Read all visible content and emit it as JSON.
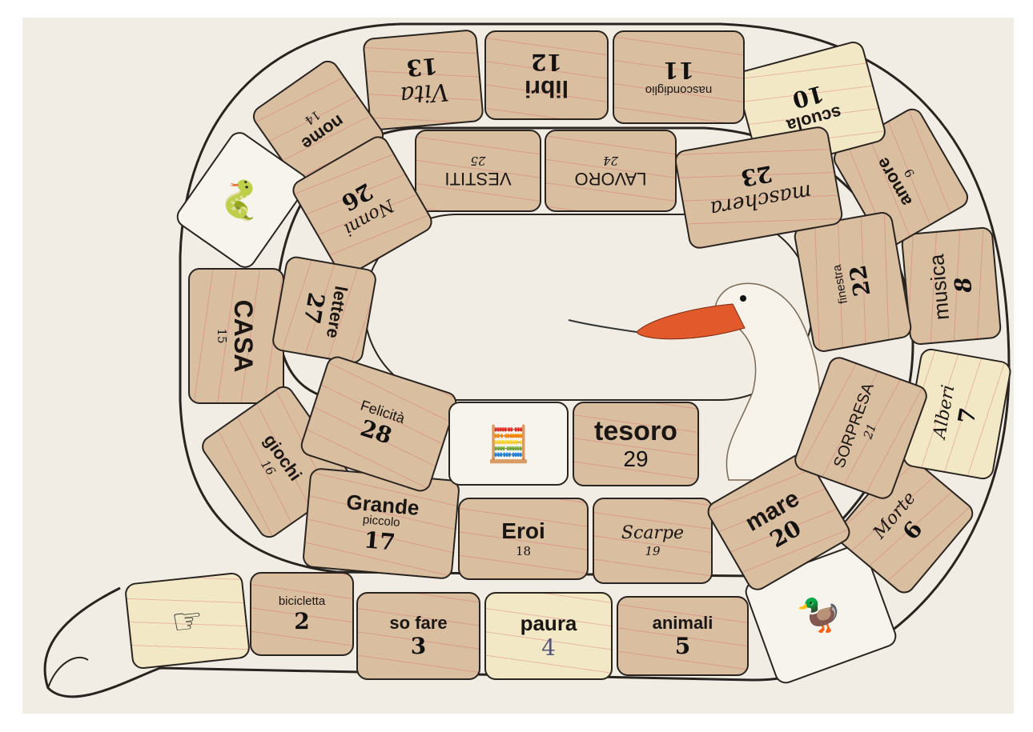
{
  "title": "Gioco dell'oca",
  "tiles": [
    {
      "n": "2",
      "label": "bicicletta"
    },
    {
      "n": "3",
      "label": "so fare"
    },
    {
      "n": "4",
      "label": "paura"
    },
    {
      "n": "5",
      "label": "animali"
    },
    {
      "n": "6",
      "label": "Morte"
    },
    {
      "n": "7",
      "label": "Alberi"
    },
    {
      "n": "8",
      "label": "musica"
    },
    {
      "n": "9",
      "label": "amore"
    },
    {
      "n": "10",
      "label": "scuola"
    },
    {
      "n": "11",
      "label": "nascondiglio"
    },
    {
      "n": "12",
      "label": "libri"
    },
    {
      "n": "13",
      "label": "Vita"
    },
    {
      "n": "14",
      "label": "nome"
    },
    {
      "n": "15",
      "label": "CASA"
    },
    {
      "n": "16",
      "label": "giochi"
    },
    {
      "n": "17",
      "label": "Grande",
      "sub": "piccolo"
    },
    {
      "n": "18",
      "label": "Eroi"
    },
    {
      "n": "19",
      "label": "Scarpe"
    },
    {
      "n": "20",
      "label": "mare"
    },
    {
      "n": "21",
      "label": "SORPRESA"
    },
    {
      "n": "22",
      "label": "finestra"
    },
    {
      "n": "23",
      "label": "maschera"
    },
    {
      "n": "24",
      "label": "LAVORO"
    },
    {
      "n": "25",
      "label": "VESTITI"
    },
    {
      "n": "26",
      "label": "Nonni"
    },
    {
      "n": "27",
      "label": "lettere"
    },
    {
      "n": "28",
      "label": "Felicità"
    },
    {
      "n": "29",
      "label": "tesoro"
    }
  ],
  "colors": {
    "tile": "#d9bea0",
    "cream": "#f2e8c6",
    "paper": "#f1ede4",
    "ink": "#1a1614"
  },
  "icons": [
    "pointing-hand-icon",
    "snake-icon",
    "duck-icon",
    "abacus-duck-icon",
    "goose-head-icon"
  ]
}
